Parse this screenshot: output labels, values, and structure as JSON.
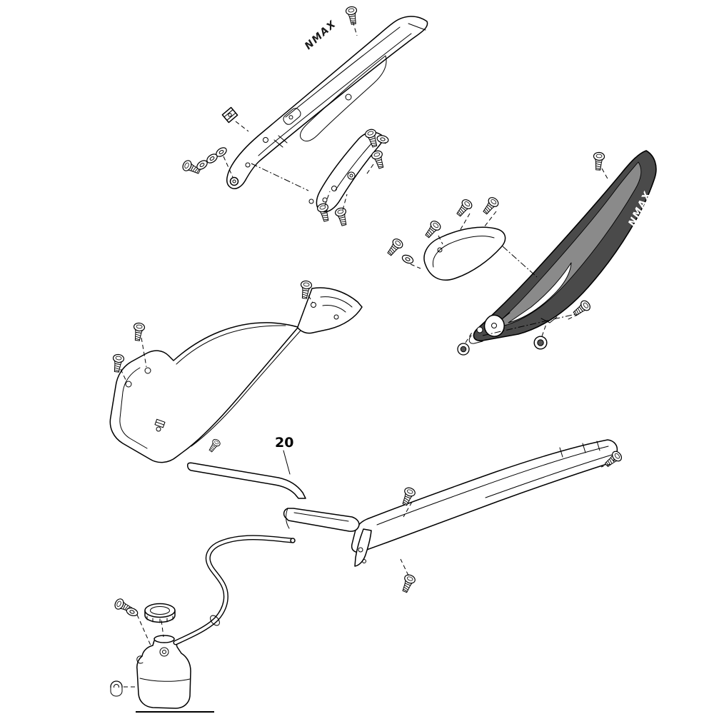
{
  "diagram": {
    "callouts": [
      {
        "label": "20"
      }
    ],
    "decals": [
      {
        "text": "NMAX"
      },
      {
        "text": "NMAX"
      }
    ],
    "colors": {
      "background": "#ffffff",
      "line": "#000000",
      "cover_dark": "#4a4a4a",
      "cover_mid": "#8a8a8a",
      "decal_light": "#ffffff"
    }
  }
}
